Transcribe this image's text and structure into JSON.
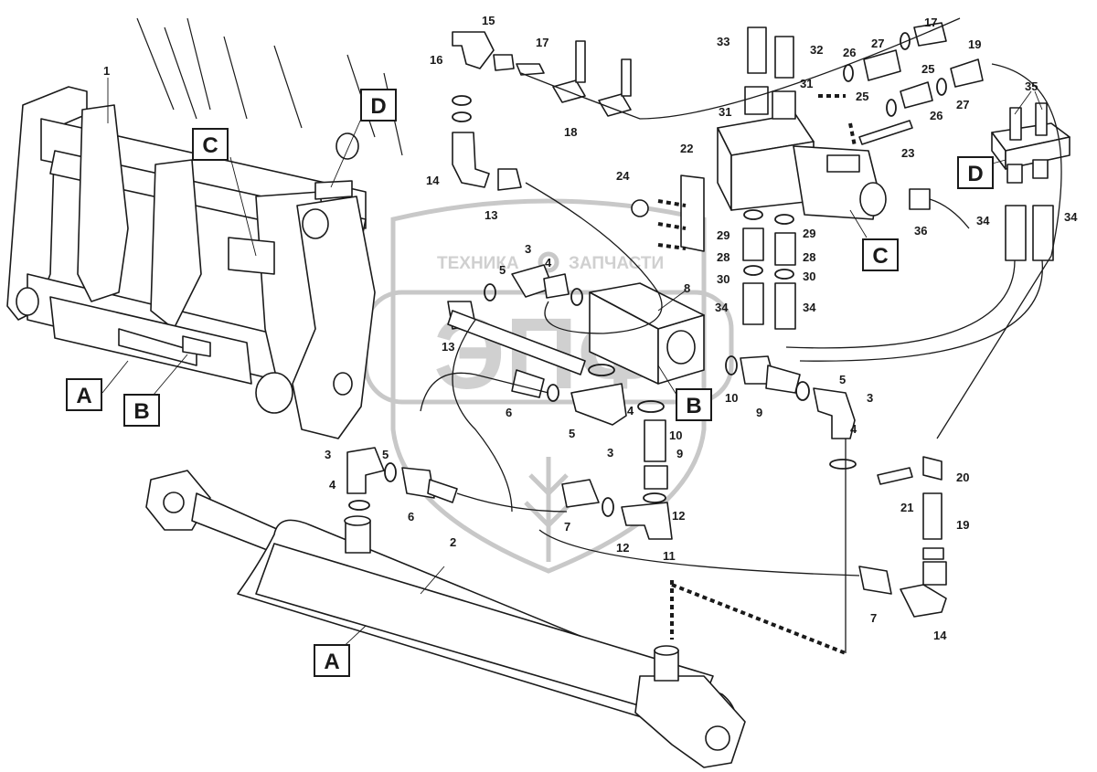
{
  "watermark": {
    "company": "ТЕХНИКА",
    "company2": "ЗАПЧАСТИ",
    "logo": "ЭПФ"
  },
  "callouts": {
    "A": "A",
    "B": "B",
    "C": "C",
    "D": "D"
  },
  "labels": {
    "n1": "1",
    "n2": "2",
    "n3a": "3",
    "n3b": "3",
    "n3c": "3",
    "n3d": "3",
    "n4a": "4",
    "n4b": "4",
    "n4c": "4",
    "n4d": "4",
    "n5a": "5",
    "n5b": "5",
    "n5c": "5",
    "n5d": "5",
    "n6a": "6",
    "n6b": "6",
    "n7a": "7",
    "n7b": "7",
    "n8": "8",
    "n9a": "9",
    "n9b": "9",
    "n10a": "10",
    "n10b": "10",
    "n11": "11",
    "n12a": "12",
    "n12b": "12",
    "n13a": "13",
    "n13b": "13",
    "n14a": "14",
    "n14b": "14",
    "n15": "15",
    "n16": "16",
    "n17a": "17",
    "n17b": "17",
    "n18": "18",
    "n19a": "19",
    "n19b": "19",
    "n20": "20",
    "n21": "21",
    "n22": "22",
    "n23": "23",
    "n24": "24",
    "n25a": "25",
    "n25b": "25",
    "n26a": "26",
    "n26b": "26",
    "n27a": "27",
    "n27b": "27",
    "n28a": "28",
    "n28b": "28",
    "n29a": "29",
    "n29b": "29",
    "n30a": "30",
    "n30b": "30",
    "n31a": "31",
    "n31b": "31",
    "n32": "32",
    "n33": "33",
    "n34a": "34",
    "n34b": "34",
    "n34c": "34",
    "n34d": "34",
    "n35": "35",
    "n36": "36"
  }
}
